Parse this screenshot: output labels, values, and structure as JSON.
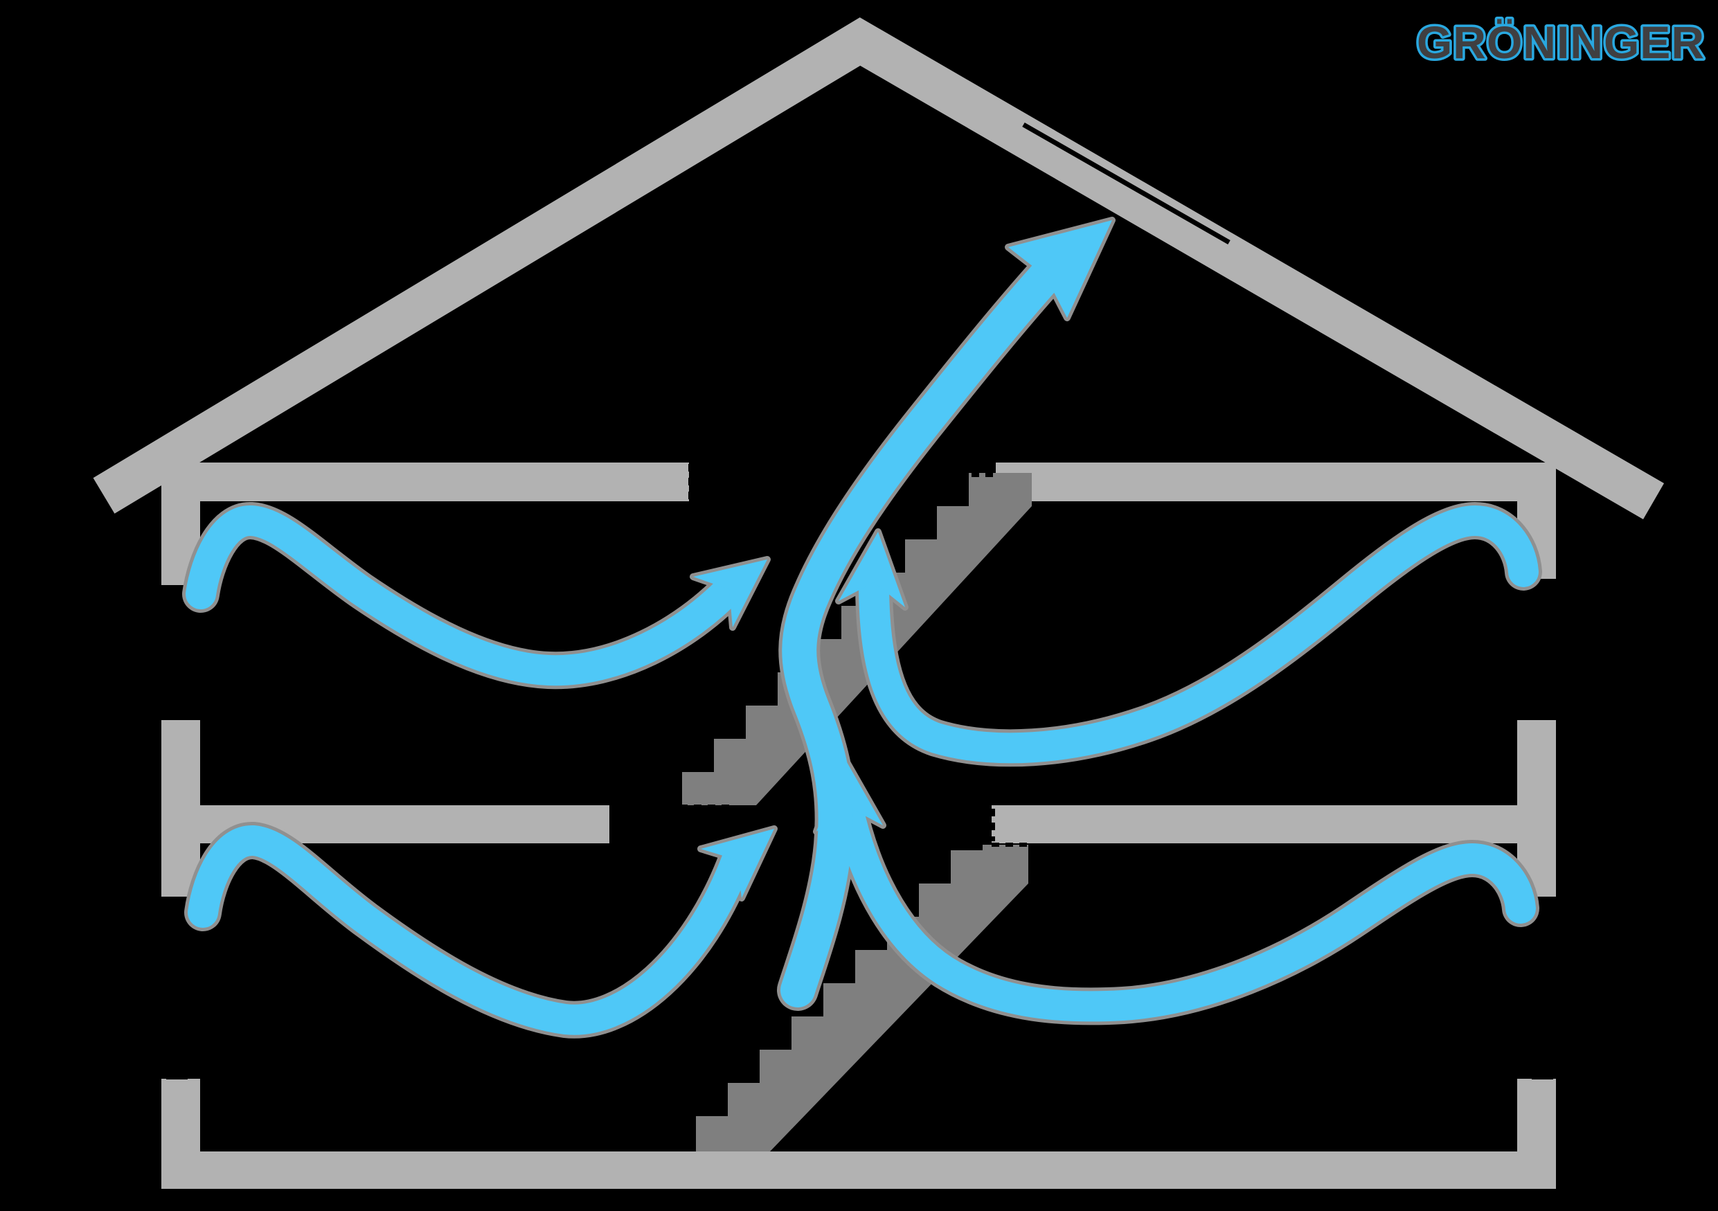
{
  "logo": {
    "text": "GRÖNINGER"
  },
  "colors": {
    "background": "#000000",
    "structure": "#b2b2b2",
    "stairs": "#7f7f7f",
    "airflow": "#4fc8f7",
    "airflow_outline": "#909090",
    "logo_fill": "#3f3f41",
    "logo_outline": "#29a8e0",
    "detail": "#000000"
  },
  "diagram": {
    "type": "house-cross-section-ventilation",
    "elements": [
      "roof",
      "roof-vent-line",
      "upper-floor-slab",
      "mid-floor-slab",
      "ground-floor-slab",
      "left-wall",
      "right-wall",
      "upper-stair-flight",
      "lower-stair-flight",
      "window-opening-ticks",
      "hidden-edge-dashes"
    ],
    "airflow_arrows": [
      "airflow-arrow-upper-left",
      "airflow-arrow-upper-right",
      "airflow-arrow-lower-left",
      "airflow-arrow-lower-right",
      "airflow-arrow-main-exhaust"
    ]
  }
}
